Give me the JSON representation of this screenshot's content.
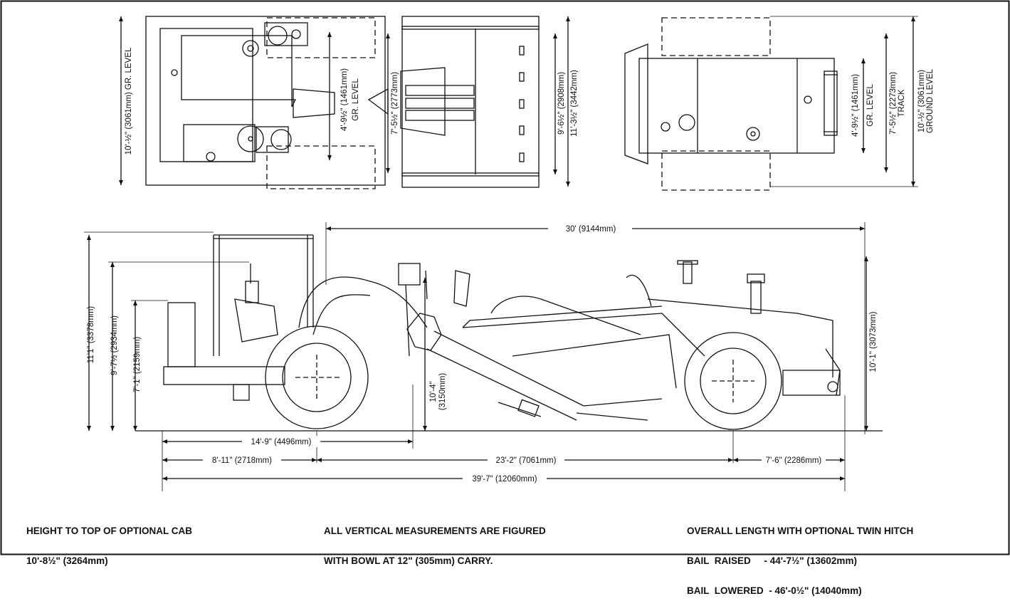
{
  "plan_view": {
    "dimensions": {
      "rear_track_height": "10'-½\" (3061mm) GR. LEVEL",
      "rear_inner": "4'-9½\" (1461mm)",
      "rear_inner_level": "GR. LEVEL",
      "bowl_inner": "7'-5½\" (2773mm)",
      "bowl_width_a": "9'-6½\" (2908mm)",
      "bowl_width_b": "11'-3½\" (3442mm)",
      "front_inner": "4'-9½\" (1461mm)",
      "front_inner_level": "GR. LEVEL",
      "front_track": "7'-5½\" (2273mm)",
      "front_track_label": "TRACK",
      "front_outer": "10'-½\" (3061mm)",
      "front_outer_label": "GROUND LEVEL"
    }
  },
  "side_view": {
    "dimensions": {
      "overall_30": "30' (9144mm)",
      "height_11_1": "11'1\" (3378mm)",
      "height_9_7": "9'-7½ (2934mm)",
      "height_7_1": "7'-1\" (2159mm)",
      "height_10_4": "10'-4\"",
      "height_10_4_mm": "(3150mm)",
      "height_10_1": "10'-1\" (3073mm)",
      "len_14_9": "14'-9\" (4496mm)",
      "len_8_11": "8'-11\" (2718mm)",
      "len_23_2": "23'-2\" (7061mm)",
      "len_7_6": "7'-6\" (2286mm)",
      "len_39_7": "39'-7\" (12060mm)"
    }
  },
  "notes": {
    "cab": [
      "HEIGHT TO TOP OF OPTIONAL CAB",
      "10'-8½\" (3264mm)"
    ],
    "vertical": [
      "ALL VERTICAL MEASUREMENTS ARE FIGURED",
      "WITH BOWL AT 12\" (305mm) CARRY."
    ],
    "length": [
      "OVERALL LENGTH WITH OPTIONAL TWIN HITCH",
      "BAIL  RAISED     - 44'-7½\" (13602mm)",
      "BAIL  LOWERED  - 46'-0½\" (14040mm)"
    ]
  }
}
